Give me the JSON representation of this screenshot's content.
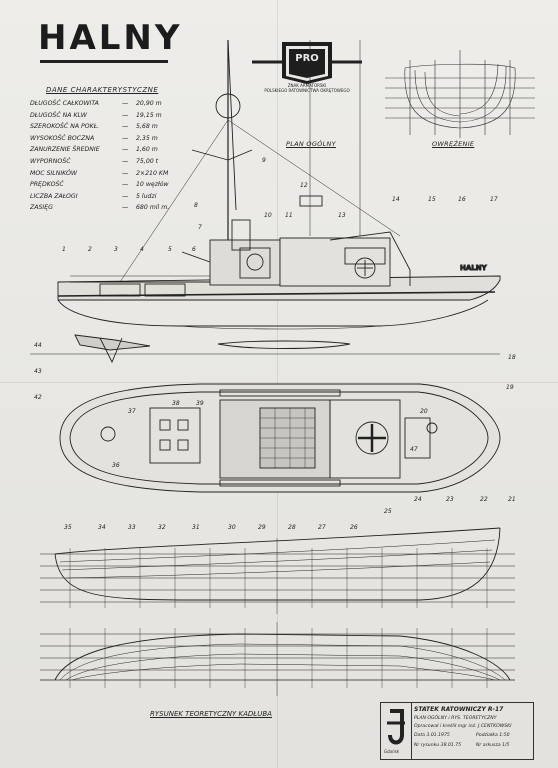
{
  "title": "HALNY",
  "specs": {
    "heading": "DANE CHARAKTERYSTYCZNE",
    "rows": [
      {
        "label": "DŁUGOŚĆ CAŁKOWITA",
        "value": "20,90 m"
      },
      {
        "label": "DŁUGOŚĆ NA KLW",
        "value": "19,15 m"
      },
      {
        "label": "SZEROKOŚĆ NA POKŁ.",
        "value": "5,68 m"
      },
      {
        "label": "WYSOKOŚĆ BOCZNA",
        "value": "2,35 m"
      },
      {
        "label": "ZANURZENIE ŚREDNIE",
        "value": "1,60 m"
      },
      {
        "label": "WYPORNOŚĆ",
        "value": "75,00 t"
      },
      {
        "label": "MOC SILNIKÓW",
        "value": "2×210 KM"
      },
      {
        "label": "PRĘDKOŚĆ",
        "value": "10 węzłów"
      },
      {
        "label": "LICZBA ZAŁOGI",
        "value": "5 ludzi"
      },
      {
        "label": "ZASIĘG",
        "value": "680 mil m."
      }
    ]
  },
  "emblem": {
    "letters": "PRO",
    "caption_line1": "ZNAK ARMATORSKI",
    "caption_line2": "POLSKIEGO RATOWNICTWA OKRĘTOWEGO"
  },
  "labels": {
    "plan": "PLAN OGÓLNY",
    "ozebrowanie": "OWRĘŻENIE",
    "rysunek": "RYSUNEK TEORETYCZNY KADŁUBA",
    "hull_name": "HALNY"
  },
  "callouts_top": [
    "1",
    "2",
    "3",
    "4",
    "5",
    "6",
    "7",
    "8",
    "9",
    "10",
    "11",
    "12",
    "13",
    "14",
    "15",
    "16",
    "17"
  ],
  "callouts_side": [
    "44",
    "43",
    "42",
    "18",
    "19",
    "20",
    "21",
    "22",
    "23",
    "24",
    "25",
    "26",
    "27",
    "28",
    "29",
    "30",
    "31",
    "32",
    "33",
    "34",
    "35",
    "36",
    "37",
    "38",
    "39",
    "47"
  ],
  "title_block": {
    "line1": "STATEK RATOWNICZY  R-17",
    "line2": "PLAN OGÓLNY  i  RYS. TEORETYCZNY",
    "line3": "Opracował i kreślił  mgr inż. J.CENTKOWSKI",
    "date_label": "Data",
    "date": "3.01.1975",
    "scale_label": "Podziałka",
    "scale": "1:50",
    "drawing_no_label": "Nr rysunku",
    "drawing_no": "38.01.75",
    "sheet_label": "Nr arkusza",
    "sheet": "1/5",
    "place": "Gdańsk"
  }
}
